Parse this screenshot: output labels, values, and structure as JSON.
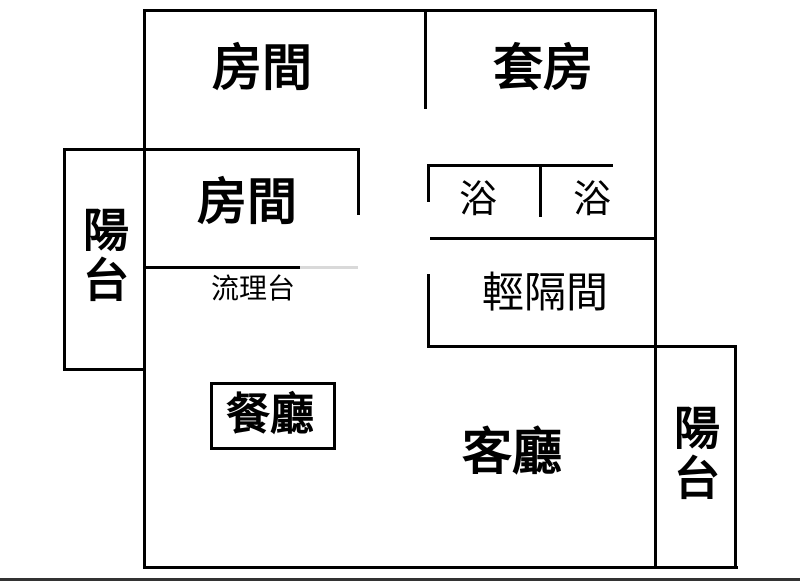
{
  "floorplan": {
    "colors": {
      "wall": "#000000",
      "background": "#ffffff"
    },
    "rooms": {
      "bedroom_top": "房間",
      "suite": "套房",
      "bedroom_middle": "房間",
      "bath_left": "浴",
      "bath_right": "浴",
      "kitchen_counter": "流理台",
      "partition_room": "輕隔間",
      "dining": "餐廳",
      "living": "客廳",
      "balcony_left": "陽台",
      "balcony_right": "陽台"
    }
  }
}
